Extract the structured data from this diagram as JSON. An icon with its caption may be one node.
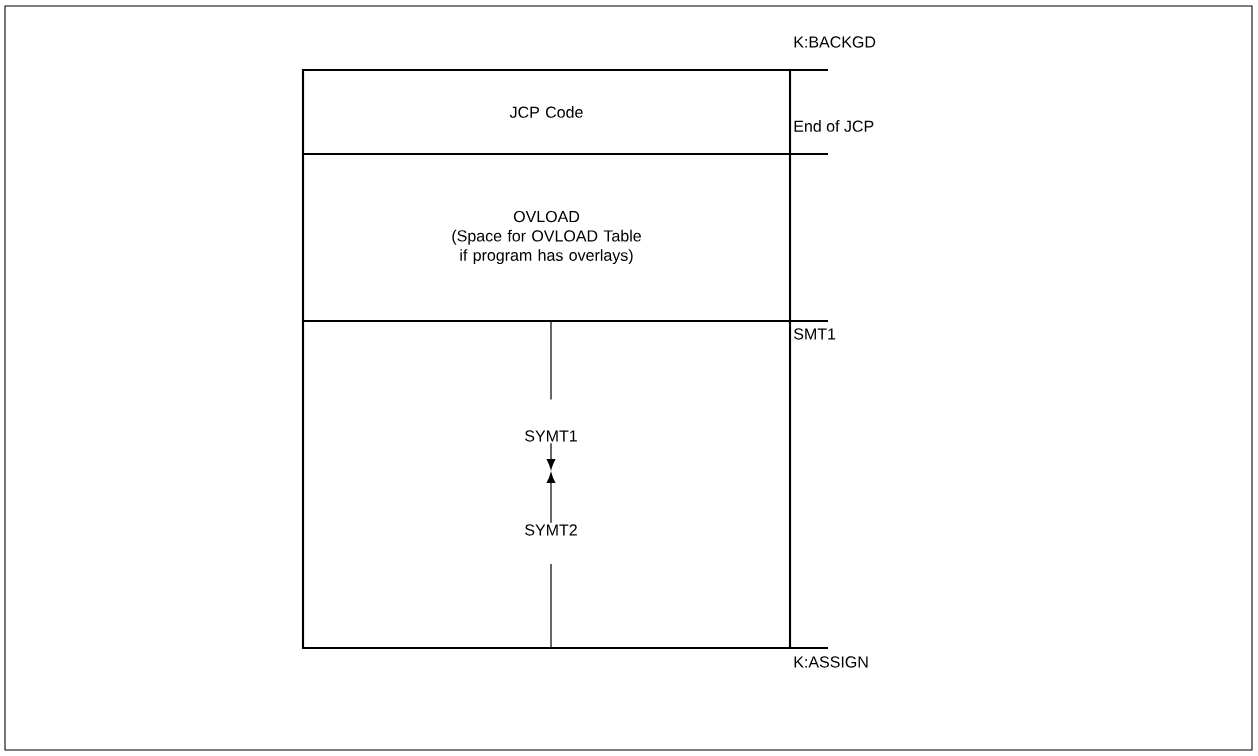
{
  "diagram": {
    "nodes": [
      {
        "text": [
          "JCP Code"
        ]
      },
      {
        "text": [
          "OVLOAD",
          "(Space for OVLOAD Table if program has overlays)"
        ]
      },
      {
        "text": [],
        "shape": "box"
      },
      {
        "text": [
          "SYMT1"
        ],
        "in": 2
      },
      {
        "text": [
          "SYMT2"
        ],
        "in": 2
      }
    ],
    "edges": [
      {
        "from": 2,
        "to": 3,
        "arrow": "none"
      },
      {
        "from": 3,
        "to": null,
        "arrow": "to"
      },
      {
        "from": 4,
        "to": null,
        "arrow": "to"
      },
      {
        "from": 4,
        "to": 2,
        "arrow": "none"
      }
    ],
    "labels": [
      "K:BACKGD",
      "End of JCP",
      "SMT1",
      "K:ASSIGN"
    ]
  }
}
